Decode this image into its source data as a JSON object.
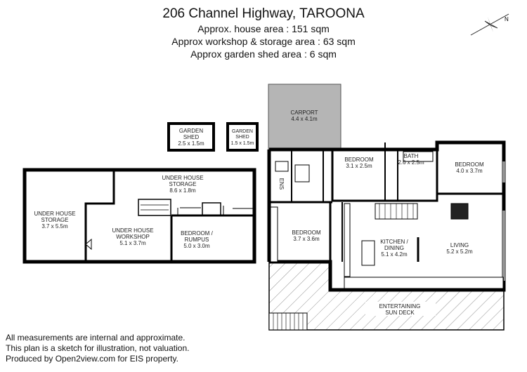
{
  "header": {
    "title": "206 Channel Highway, TAROONA",
    "house_area": "Approx. house area : 151 sqm",
    "workshop_area": "Approx workshop & storage area : 63 sqm",
    "shed_area": "Approx garden shed area : 6 sqm"
  },
  "compass": {
    "label": "N",
    "icon": "north-arrow-icon"
  },
  "rooms": {
    "garden_shed_1": {
      "name": "GARDEN\nSHED",
      "size": "2.5 x 1.5m"
    },
    "garden_shed_2": {
      "name": "GARDEN\nSHED",
      "size": "1.5 x 1.5m"
    },
    "under_house_storage_left": {
      "name": "UNDER HOUSE\nSTORAGE",
      "size": "3.7 x 5.5m"
    },
    "under_house_storage_top": {
      "name": "UNDER HOUSE\nSTORAGE",
      "size": "8.6 x 1.8m"
    },
    "under_house_workshop": {
      "name": "UNDER HOUSE\nWORKSHOP",
      "size": "5.1 x 3.7m"
    },
    "bedroom_rumpus": {
      "name": "BEDROOM /\nRUMPUS",
      "size": "5.0 x 3.0m"
    },
    "carport": {
      "name": "CARPORT",
      "size": "4.4 x 4.1m"
    },
    "bedroom_1": {
      "name": "BEDROOM",
      "size": "3.1 x 2.5m"
    },
    "bath": {
      "name": "BATH",
      "size": "2.6 x 2.5m"
    },
    "bedroom_2": {
      "name": "BEDROOM",
      "size": "4.0 x 3.7m"
    },
    "ens": {
      "name": "ENS"
    },
    "bedroom_3": {
      "name": "BEDROOM",
      "size": "3.7 x 3.6m"
    },
    "kitchen_dining": {
      "name": "KITCHEN /\nDINING",
      "size": "5.1 x 4.2m"
    },
    "living": {
      "name": "LIVING",
      "size": "5.2 x 5.2m"
    },
    "deck": {
      "name": "ENTERTAINING\nSUN DECK"
    }
  },
  "footer": {
    "line1": "All measurements are internal and approximate.",
    "line2": "This plan is a sketch for illustration, not valuation.",
    "line3": "Produced by Open2view.com for EIS property."
  }
}
